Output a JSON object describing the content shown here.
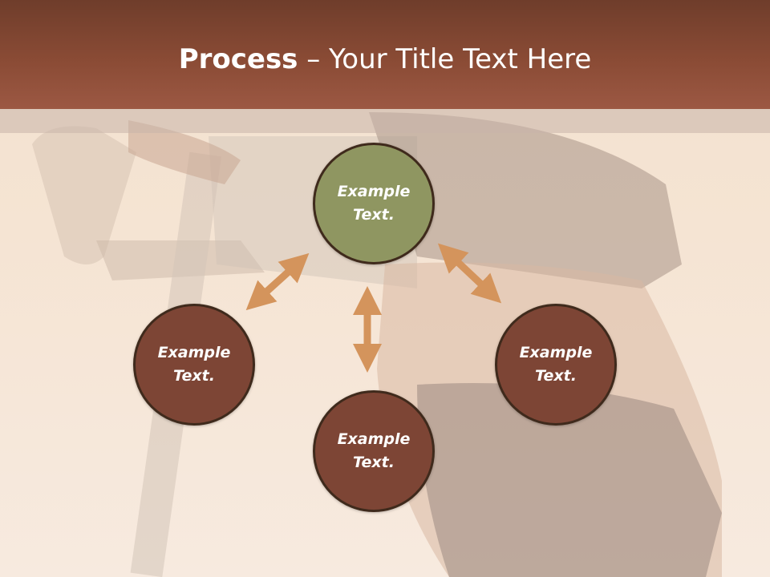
{
  "slide": {
    "title_bold": "Process",
    "title_rest": " – Your Title Text Here",
    "nodes": {
      "top": "Example Text.",
      "left": "Example Text.",
      "right": "Example Text.",
      "bottom": "Example Text."
    }
  },
  "colors": {
    "title_bar": "#8a4b35",
    "node_top": "#8f9661",
    "node_other": "#7d4535",
    "arrow": "#d4945c",
    "text": "#ffffff"
  },
  "icons": [
    "double-arrow-icon"
  ]
}
